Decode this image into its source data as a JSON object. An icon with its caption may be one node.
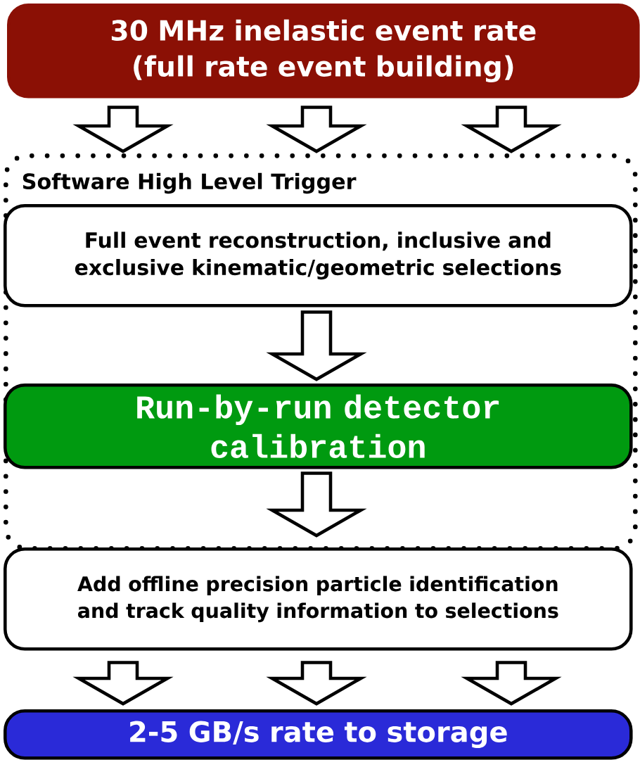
{
  "diagram": {
    "nodes": [
      {
        "text": [
          "30 MHz inelastic event rate (full rate event building)"
        ]
      },
      {
        "text": [
          "Software High Level Trigger"
        ]
      },
      {
        "text": [
          "Full event reconstruction, inclusive and exclusive kinematic/geometric selections"
        ],
        "in": 1
      },
      {
        "text": [
          "Run-by-run detector calibration"
        ],
        "in": 1
      },
      {
        "text": [
          "Add offline precision particle identification and track quality information to selections"
        ]
      },
      {
        "text": [
          "2-5 GB/s rate to storage"
        ]
      }
    ],
    "edges": [
      {
        "from": 0,
        "to": 1,
        "arrow": "to"
      },
      {
        "from": 0,
        "to": 1,
        "arrow": "to"
      },
      {
        "from": 0,
        "to": 1,
        "arrow": "to"
      },
      {
        "from": 2,
        "to": 3,
        "arrow": "to"
      },
      {
        "from": 3,
        "to": 4,
        "arrow": "to"
      },
      {
        "from": 4,
        "to": 5,
        "arrow": "to"
      },
      {
        "from": 4,
        "to": 5,
        "arrow": "to"
      },
      {
        "from": 4,
        "to": 5,
        "arrow": "to"
      }
    ]
  }
}
